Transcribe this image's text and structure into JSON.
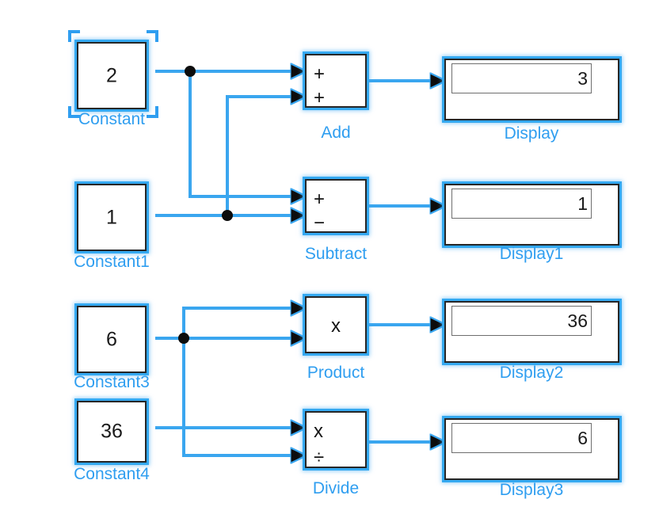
{
  "diagram": {
    "title": "Simulink arithmetic block diagram",
    "wire_color": "#3aa6ef",
    "label_color": "#2f9ef0",
    "block_border_color": "#262626",
    "background": "#ffffff"
  },
  "blocks": {
    "constant": {
      "label": "Constant",
      "value": "2",
      "selected": true
    },
    "constant1": {
      "label": "Constant1",
      "value": "1",
      "selected": false
    },
    "constant3": {
      "label": "Constant3",
      "value": "6",
      "selected": false
    },
    "constant4": {
      "label": "Constant4",
      "value": "36",
      "selected": false
    },
    "add": {
      "label": "Add",
      "sign_top": "+",
      "sign_bottom": "+"
    },
    "subtract": {
      "label": "Subtract",
      "sign_top": "+",
      "sign_bottom": "−"
    },
    "product": {
      "label": "Product",
      "sign_center": "x"
    },
    "divide": {
      "label": "Divide",
      "sign_top": "x",
      "sign_bottom": "÷"
    },
    "display": {
      "label": "Display",
      "value": "3"
    },
    "display1": {
      "label": "Display1",
      "value": "1"
    },
    "display2": {
      "label": "Display2",
      "value": "36"
    },
    "display3": {
      "label": "Display3",
      "value": "6"
    }
  },
  "signals": [
    {
      "name": "constant-to-add",
      "from": "Constant",
      "to": "Add +"
    },
    {
      "name": "constant-to-subtract",
      "from": "Constant",
      "to": "Subtract +"
    },
    {
      "name": "constant1-to-add",
      "from": "Constant1",
      "to": "Add +"
    },
    {
      "name": "constant1-to-subtract",
      "from": "Constant1",
      "to": "Subtract −"
    },
    {
      "name": "add-to-display",
      "from": "Add",
      "to": "Display"
    },
    {
      "name": "subtract-to-display1",
      "from": "Subtract",
      "to": "Display1"
    },
    {
      "name": "constant3-to-product-top",
      "from": "Constant3",
      "to": "Product x"
    },
    {
      "name": "constant3-to-product-bottom",
      "from": "Constant3",
      "to": "Product x"
    },
    {
      "name": "constant3-to-divide-bottom",
      "from": "Constant3",
      "to": "Divide ÷"
    },
    {
      "name": "constant4-to-divide-top",
      "from": "Constant4",
      "to": "Divide x"
    },
    {
      "name": "product-to-display2",
      "from": "Product",
      "to": "Display2"
    },
    {
      "name": "divide-to-display3",
      "from": "Divide",
      "to": "Display3"
    }
  ]
}
